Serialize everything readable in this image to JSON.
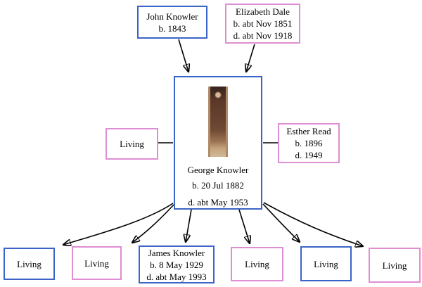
{
  "title": "Family tree pedigree diagram",
  "colors": {
    "male_border": "#3c64c8",
    "female_border": "#de8ed2",
    "line_color": "#000000",
    "text_color": "#000000",
    "background": "#ffffff"
  },
  "nodes": {
    "john": {
      "lines": [
        "John Knowler",
        "b. 1843"
      ],
      "gender": "male",
      "role": "father"
    },
    "elizabeth": {
      "lines": [
        "Elizabeth Dale",
        "b. abt Nov 1851",
        "d. abt Nov 1918"
      ],
      "gender": "female",
      "role": "mother"
    },
    "living_spouse": {
      "lines": [
        "Living"
      ],
      "gender": "female",
      "role": "spouse"
    },
    "george": {
      "lines": [
        "George Knowler",
        "b. 20 Jul 1882",
        "d. abt May 1953"
      ],
      "gender": "male",
      "role": "root-person",
      "photo": "sepia full-length portrait photograph of a standing man"
    },
    "esther": {
      "lines": [
        "Esther Read",
        "b. 1896",
        "d. 1949"
      ],
      "gender": "female",
      "role": "spouse"
    },
    "child1": {
      "lines": [
        "Living"
      ],
      "gender": "male",
      "role": "child"
    },
    "child2": {
      "lines": [
        "Living"
      ],
      "gender": "female",
      "role": "child"
    },
    "james": {
      "lines": [
        "James Knowler",
        "b. 8 May 1929",
        "d. abt May 1993"
      ],
      "gender": "male",
      "role": "child"
    },
    "child4": {
      "lines": [
        "Living"
      ],
      "gender": "female",
      "role": "child"
    },
    "child5": {
      "lines": [
        "Living"
      ],
      "gender": "male",
      "role": "child"
    },
    "child6": {
      "lines": [
        "Living"
      ],
      "gender": "female",
      "role": "child"
    }
  },
  "connectors": [
    {
      "type": "parent-arrow",
      "from": "john",
      "to": "george"
    },
    {
      "type": "parent-arrow",
      "from": "elizabeth",
      "to": "george"
    },
    {
      "type": "spouse-line",
      "from": "living_spouse",
      "to": "george"
    },
    {
      "type": "spouse-line",
      "from": "george",
      "to": "esther"
    },
    {
      "type": "child-arrow",
      "from": "george",
      "to": "child1"
    },
    {
      "type": "child-arrow",
      "from": "george",
      "to": "child2"
    },
    {
      "type": "child-arrow",
      "from": "george",
      "to": "james"
    },
    {
      "type": "child-arrow",
      "from": "george",
      "to": "child4"
    },
    {
      "type": "child-arrow",
      "from": "george",
      "to": "child5"
    },
    {
      "type": "child-arrow",
      "from": "george",
      "to": "child6"
    }
  ]
}
